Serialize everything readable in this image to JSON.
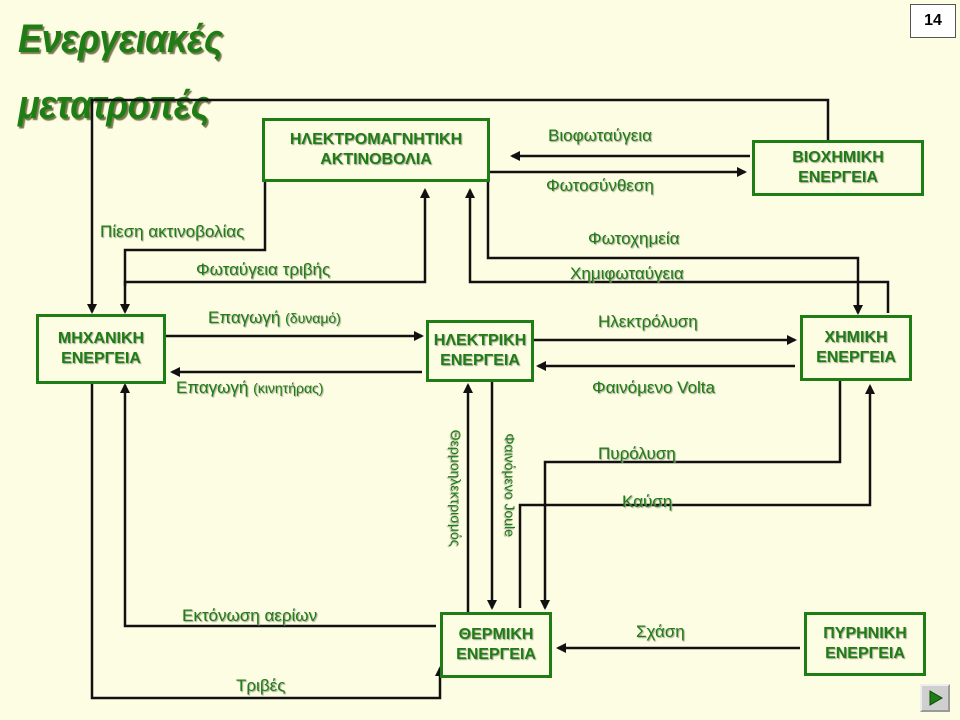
{
  "title": "Ενεργειακές μετατροπές",
  "page_number": "14",
  "boxes": {
    "em": "ΗΛΕΚΤΡΟΜΑΓΝΗΤΙΚΗ\nΑΚΤΙΝΟΒΟΛΙΑ",
    "bio": "ΒΙΟΧΗΜΙΚΗ\nΕΝΕΡΓΕΙΑ",
    "mech": "ΜΗΧΑΝΙΚΗ\nΕΝΕΡΓΕΙΑ",
    "elec": "ΗΛΕΚΤΡΙΚΗ\nΕΝΕΡΓΕΙΑ",
    "chem": "ΧΗΜΙΚΗ\nΕΝΕΡΓΕΙΑ",
    "therm": "ΘΕΡΜΙΚΗ\nΕΝΕΡΓΕΙΑ",
    "nuclear": "ΠΥΡΗΝΙΚΗ\nΕΝΕΡΓΕΙΑ"
  },
  "labels": {
    "bioluminescence": "Βιοφωταύγεια",
    "photosynthesis": "Φωτοσύνθεση",
    "radiation_pressure": "Πίεση ακτινοβολίας",
    "triboluminescence": "Φωταύγεια τριβής",
    "photochemistry": "Φωτοχημεία",
    "chemiluminescence": "Χημιφωταύγεια",
    "induction_word_1": "Επαγωγή",
    "induction_note_1": "(δυναμό)",
    "induction_word_2": "Επαγωγή",
    "induction_note_2": "(κινητήρας)",
    "electrolysis": "Ηλεκτρόλυση",
    "volta": "Φαινόμενο Volta",
    "thermoelectricity": "Θερμοηλεκτρισμός",
    "joule": "Φαινόμενο Joule",
    "pyrolysis": "Πυρόλυση",
    "combustion": "Καύση",
    "gas_expansion": "Εκτόνωση αερίων",
    "friction": "Τριβές",
    "fission": "Σχάση"
  },
  "colors": {
    "accent": "#1e7d14",
    "background": "#fdfde3",
    "lines": "#111111"
  },
  "icons": {
    "next": "play-triangle-icon"
  }
}
